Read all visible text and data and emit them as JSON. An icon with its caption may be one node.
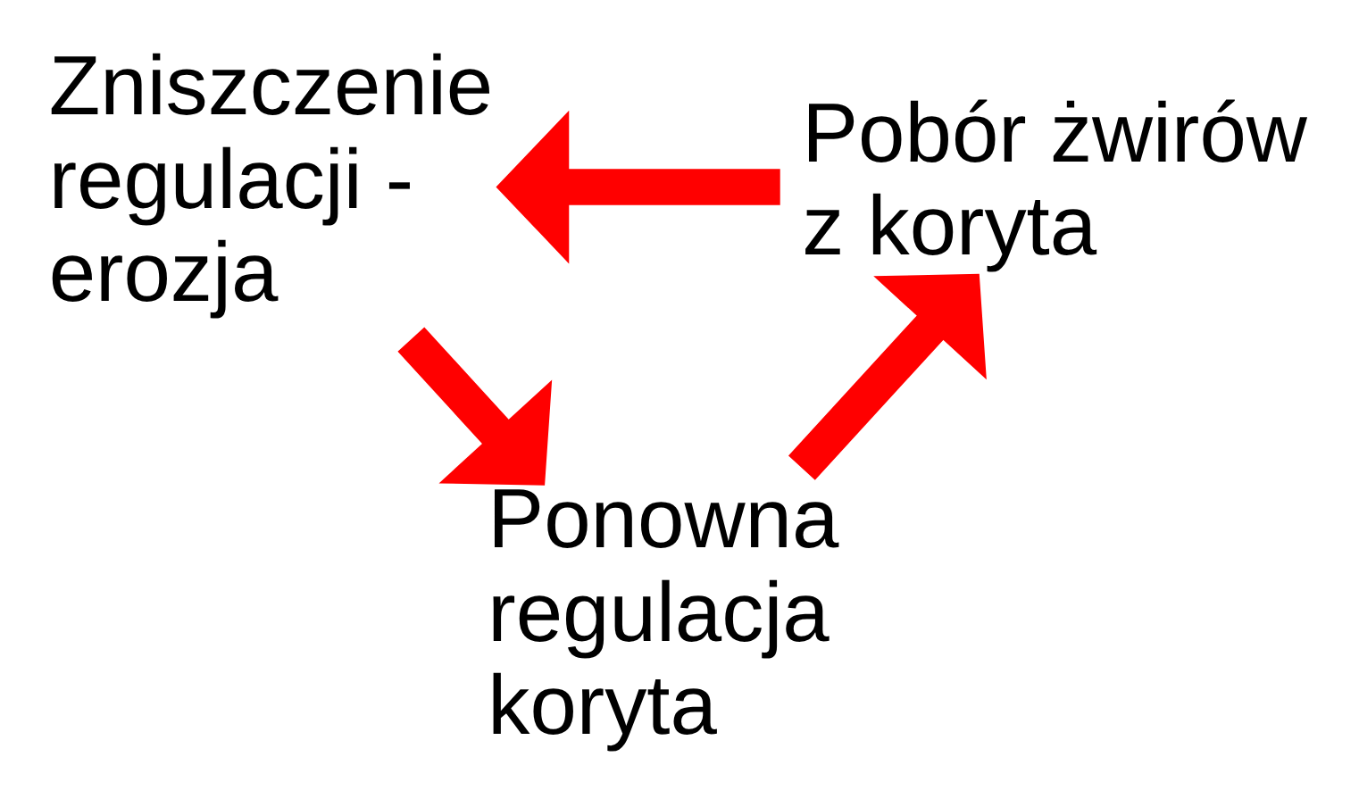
{
  "diagram": {
    "nodes": [
      {
        "text": [
          "Zniszczenie regulacji - erozja"
        ]
      },
      {
        "text": [
          "Pobór żwirów z koryta"
        ]
      },
      {
        "text": [
          "Ponowna regulacja koryta"
        ]
      }
    ],
    "edges": [
      {
        "from": 1,
        "to": 0,
        "arrow": "to"
      },
      {
        "from": 0,
        "to": 2,
        "arrow": "to"
      },
      {
        "from": 2,
        "to": 1,
        "arrow": "to"
      }
    ]
  }
}
